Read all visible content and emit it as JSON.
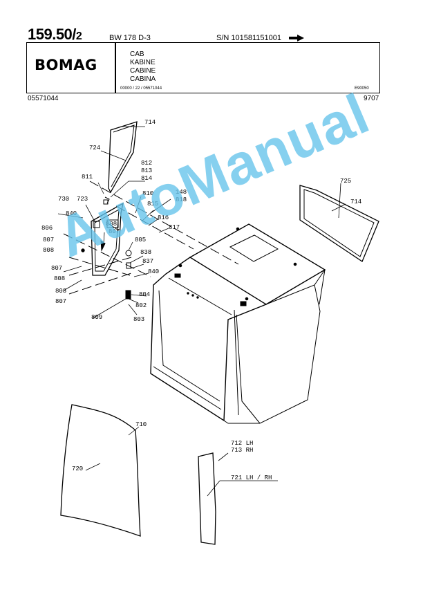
{
  "header": {
    "page_number": "159.50/",
    "page_suffix": "2",
    "model": "BW 178 D-3",
    "serial": "S/N 101581151001",
    "brand": "BOMAG",
    "titles": [
      "CAB",
      "KABINE",
      "CABINE",
      "CABINA"
    ],
    "ref_code": "00000 / 22 / 05571044",
    "ref_right": "E90050",
    "doc_number": "05571044",
    "date_code": "9707"
  },
  "callouts": {
    "c714a": "714",
    "c724": "724",
    "c812": "812",
    "c813": "813",
    "c814": "814",
    "c811": "811",
    "c810": "810",
    "c148": "148",
    "c818": "818",
    "c815": "815",
    "c730": "730",
    "c723": "723",
    "c840a": "840",
    "c816": "816",
    "c817": "817",
    "c806": "806",
    "c808a": "808",
    "c807a": "807",
    "c807b": "807",
    "c808b": "808",
    "c805": "805",
    "c838": "838",
    "c837": "837",
    "c840b": "840",
    "c807c": "807",
    "c808c": "808",
    "c808d": "808",
    "c807d": "807",
    "c804": "804",
    "c802": "802",
    "c809": "809",
    "c803": "803",
    "c725": "725",
    "c714b": "714",
    "c710": "710",
    "c720": "720",
    "c712": "712 LH",
    "c713": "713 RH",
    "c721": "721 LH / RH"
  },
  "watermark": "AutoManual"
}
